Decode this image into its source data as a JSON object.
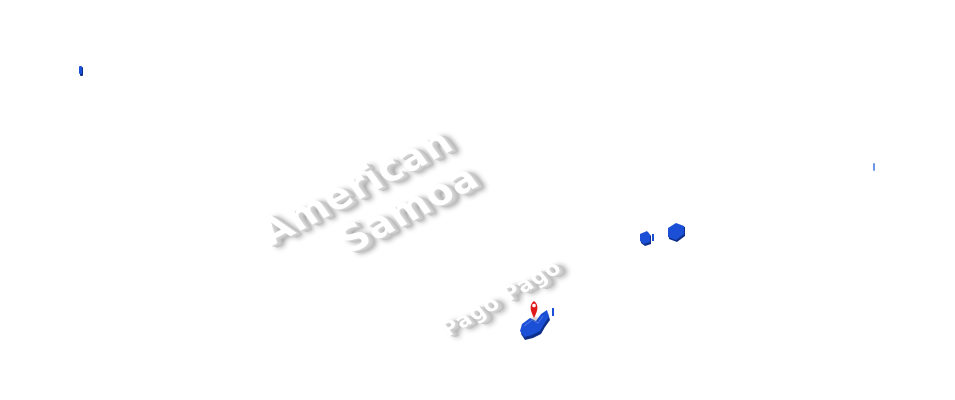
{
  "map": {
    "country_label_lines": [
      "American",
      "Samoa"
    ],
    "capital_label": "Pago Pago",
    "colors": {
      "land": "#1a4fd6",
      "land_shade": "#0d2f8a",
      "marker": "#e01818",
      "label_fill": "#ffffff",
      "background": "#ffffff"
    },
    "capital_marker_icon": "map-pin-icon"
  }
}
